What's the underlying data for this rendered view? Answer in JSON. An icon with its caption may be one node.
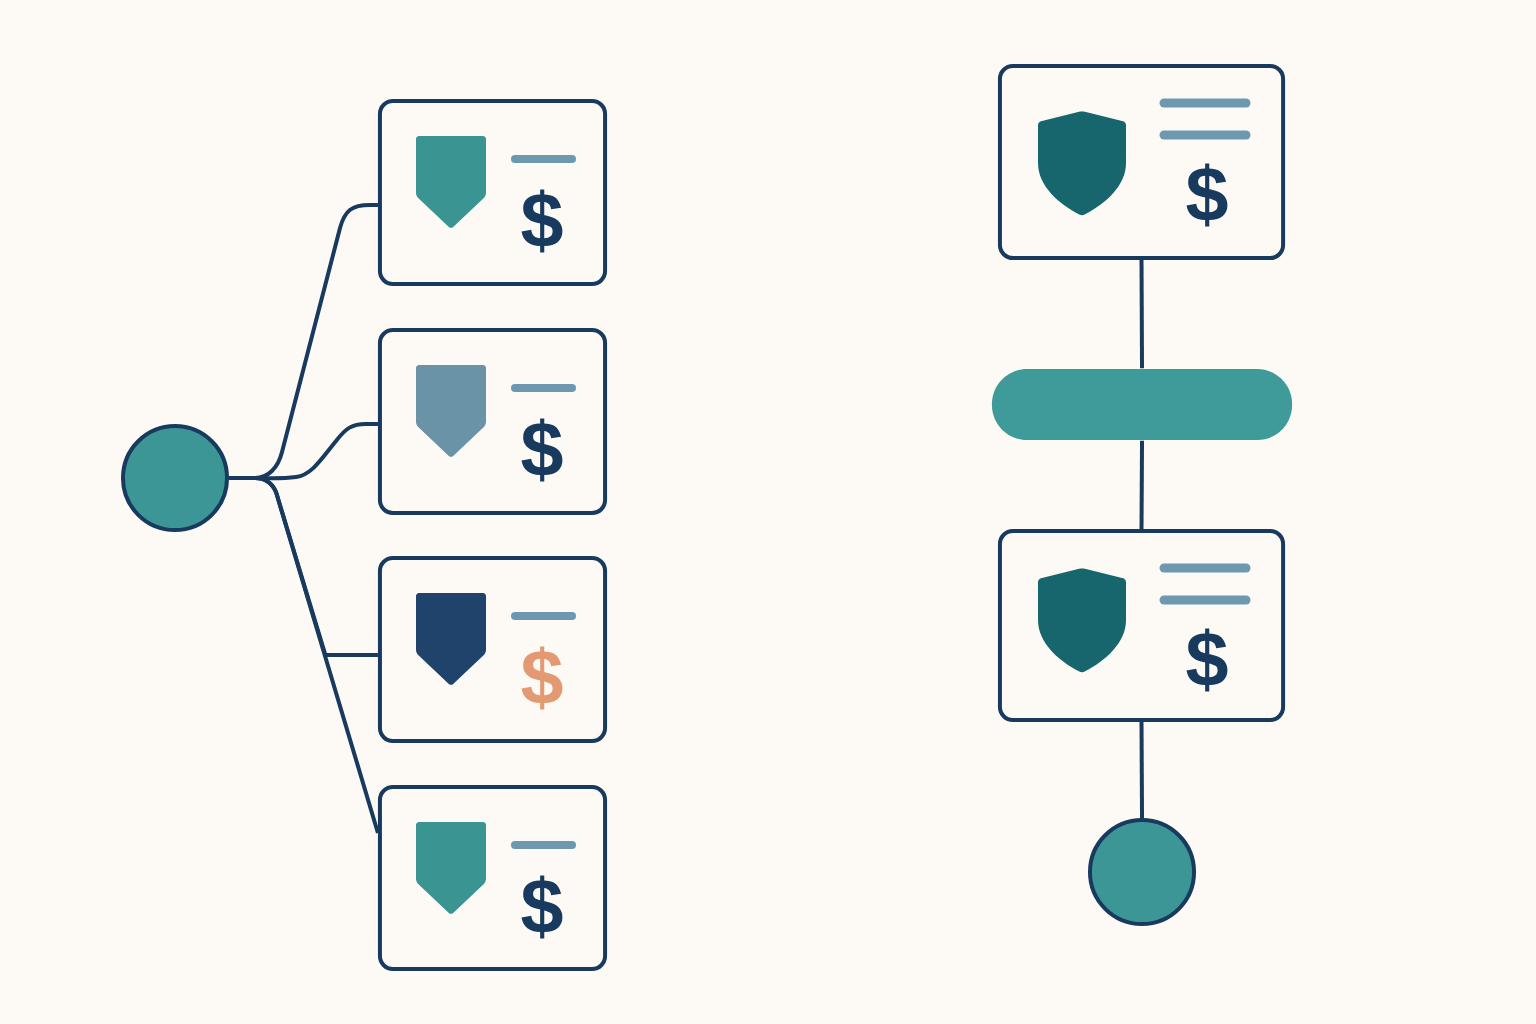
{
  "diagram": {
    "nodes": [
      {
        "text": [],
        "shape": "circle"
      },
      {
        "text": [
          "$"
        ]
      },
      {
        "text": [
          "$"
        ]
      },
      {
        "text": [
          "$"
        ]
      },
      {
        "text": [
          "$"
        ]
      },
      {
        "text": [
          "$"
        ]
      },
      {
        "text": [],
        "shape": "bar"
      },
      {
        "text": [
          "$"
        ]
      },
      {
        "text": [],
        "shape": "circle"
      }
    ],
    "edges": [
      {
        "from": 0,
        "to": 1,
        "arrow": "none"
      },
      {
        "from": 0,
        "to": 2,
        "arrow": "none"
      },
      {
        "from": 0,
        "to": 3,
        "arrow": "none"
      },
      {
        "from": 0,
        "to": 4,
        "arrow": "none"
      },
      {
        "from": 5,
        "to": 6,
        "arrow": "none"
      },
      {
        "from": 6,
        "to": 7,
        "arrow": "none"
      },
      {
        "from": 7,
        "to": 8,
        "arrow": "none"
      }
    ]
  }
}
